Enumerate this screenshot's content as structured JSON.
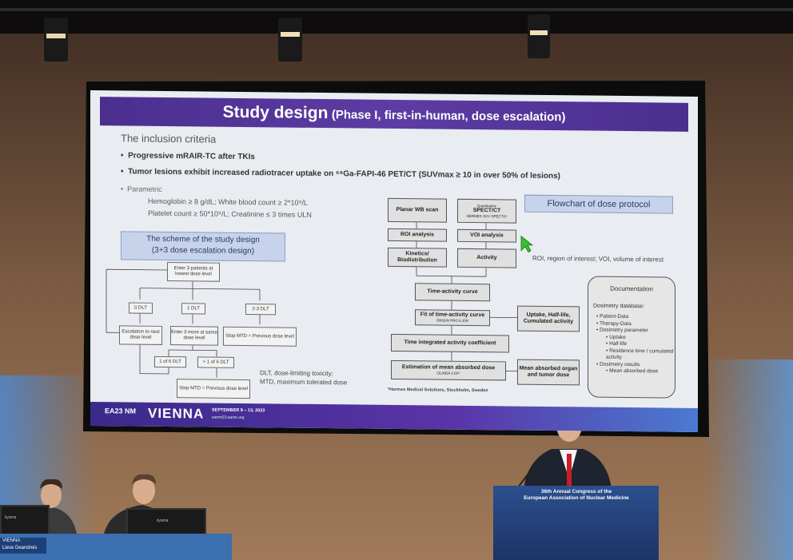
{
  "slide": {
    "title_main": "Study design",
    "title_sub": "(Phase I, first-in-human, dose escalation)",
    "inclusion_heading": "The inclusion criteria",
    "bullet1": "Progressive mRAIR-TC after TKIs",
    "bullet2": "Tumor lesions exhibit increased radiotracer uptake on ⁶⁸Ga-FAPI-46 PET/CT (SUVmax ≥ 10 in over 50% of lesions)",
    "bullet3": "Parametric",
    "param1": "Hemoglobin ≥ 8 g/dL; White blood count  ≥ 2*10⁹/L",
    "param2": "Platelet count  ≥ 50*10⁹/L; Creatinine ≤ 3 times ULN",
    "scheme_label_1": "The scheme of the study design",
    "scheme_label_2": "(3+3 dose escalation design)",
    "scheme": {
      "enter3": "Enter 3 patients at lowest dose level",
      "dlt0": "0 DLT",
      "dlt1": "1 DLT",
      "dlt23": "2-3 DLT",
      "escalation": "Escalation to next dose level",
      "enter3more": "Enter 3 more at same dose level",
      "stop1": "Stop MTD = Previous dose level",
      "one_of_6": "1 of 6 DLT",
      "gt_one_of_6": "> 1 of 6 DLT",
      "stop2": "Stop MTD = Previous dose level"
    },
    "abbr1": "DLT, dose-limiting toxicity;",
    "abbr2": "MTD, maximum tolerated dose",
    "flow_label": "Flowchart of dose protocol",
    "flow": {
      "planar": "Planar WB scan",
      "spect_small": "Quantitative",
      "spect": "SPECT/CT",
      "spect_sub": "HERMES SUV SPECT®*",
      "roi": "ROI analysis",
      "voi": "VOI analysis",
      "kinetics": "Kinetics/ Biodistribution",
      "activity": "Activity",
      "tac": "Time-activity curve",
      "fit": "Fit of time-activity curve",
      "fit_sub": "ORIGIN PRO 8.10®",
      "uptake": "Uptake, Half-life, Cumulated activity",
      "tiac": "Time integrated activity coefficient",
      "estimation": "Estimation of mean absorbed dose",
      "estimation_sub": "OLINDA 2.0®*",
      "mean_absorbed": "Mean absorbed organ and tumor dose"
    },
    "roi_note": "ROI, region of interest; VOI, volume of interest",
    "hermes_note": "*Hermes Medical Solutions, Stockholm, Sweden",
    "documentation": {
      "title": "Documentation",
      "db": "Dosimetry database:",
      "items": [
        "Patient-Data",
        "Therapy-Data",
        "Dosimetry parameter",
        "Uptake",
        "Half-life",
        "Residence time / cumulated activity",
        "Dosimetry results",
        "Mean absorbed dose"
      ]
    },
    "footer_logo": "EA23 NM",
    "footer_city": "VIENNA",
    "footer_dates": "SEPTEMBER 9 – 13, 2023",
    "footer_url": "eanm23.eanm.org"
  },
  "podium": {
    "line1": "36th Annual Congress of the",
    "line2": "European Association of Nuclear Medicine"
  },
  "desk": {
    "nameplate_top": "VIENNA",
    "nameplate_name": "Liese Deandreis",
    "monitor_label": "iiyama"
  },
  "colors": {
    "slide_title_bg": "#4a2f8f",
    "label_bg": "#c6d3ea",
    "cursor": "#39c12f"
  }
}
